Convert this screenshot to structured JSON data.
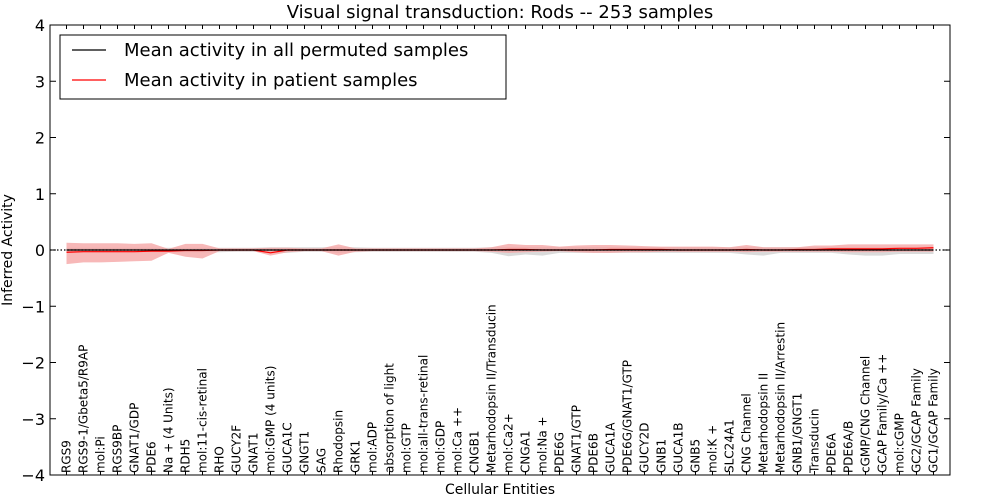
{
  "chart_data": {
    "type": "line",
    "title": "Visual signal transduction: Rods -- 253 samples",
    "xlabel": "Cellular Entities",
    "ylabel": "Inferred Activity",
    "ylim": [
      -4,
      4
    ],
    "yticks": [
      -4,
      -3,
      -2,
      -1,
      0,
      1,
      2,
      3,
      4
    ],
    "ytick_labels": [
      "−4",
      "−3",
      "−2",
      "−1",
      "0",
      "1",
      "2",
      "3",
      "4"
    ],
    "grid": false,
    "legend_position": "top-left",
    "categories": [
      "RGS9",
      "RGS9-1/Gbeta5/R9AP",
      "mol:Pi",
      "RGS9BP",
      "GNAT1/GDP",
      "PDE6",
      "Na + (4 Units)",
      "RDH5",
      "mol:11-cis-retinal",
      "RHO",
      "GUCY2F",
      "GNAT1",
      "mol:GMP (4 units)",
      "GUCA1C",
      "GNGT1",
      "SAG",
      "Rhodopsin",
      "GRK1",
      "mol:ADP",
      "absorption of light",
      "mol:GTP",
      "mol:all-trans-retinal",
      "mol:GDP",
      "mol:Ca ++",
      "CNGB1",
      "Metarhodopsin II/Transducin",
      "mol:Ca2+",
      "CNGA1",
      "mol:Na +",
      "PDE6G",
      "GNAT1/GTP",
      "PDE6B",
      "GUCA1A",
      "PDE6G/GNAT1/GTP",
      "GUCY2D",
      "GNB1",
      "GUCA1B",
      "GNB5",
      "mol:K +",
      "SLC24A1",
      "CNG Channel",
      "Metarhodopsin II",
      "Metarhodopsin II/Arrestin",
      "GNB1/GNGT1",
      "Transducin",
      "PDE6A",
      "PDE6A/B",
      "cGMP/CNG Channel",
      "GCAP Family/Ca ++",
      "mol:cGMP",
      "GC2/GCAP Family",
      "GC1/GCAP Family"
    ],
    "series": [
      {
        "name": "Mean activity in all permuted samples",
        "color": "#000000",
        "band_color": "#bbbbbb",
        "values": [
          0.0,
          0.0,
          0.0,
          0.0,
          0.0,
          0.0,
          0.0,
          0.0,
          0.0,
          0.0,
          0.0,
          0.0,
          0.0,
          0.0,
          0.0,
          0.0,
          0.0,
          0.0,
          0.0,
          0.0,
          0.0,
          0.0,
          0.0,
          0.0,
          0.0,
          0.0,
          0.0,
          0.0,
          0.0,
          0.0,
          0.0,
          0.0,
          0.0,
          0.0,
          0.0,
          0.0,
          0.0,
          0.0,
          0.0,
          0.0,
          0.0,
          0.0,
          0.0,
          0.0,
          0.0,
          0.0,
          0.0,
          0.0,
          0.0,
          0.0,
          0.0,
          0.0
        ],
        "lower": [
          -0.04,
          -0.04,
          -0.04,
          -0.04,
          -0.04,
          -0.04,
          -0.04,
          -0.04,
          -0.04,
          -0.04,
          -0.03,
          -0.03,
          -0.06,
          -0.05,
          -0.03,
          -0.03,
          -0.05,
          -0.04,
          -0.03,
          -0.03,
          -0.03,
          -0.03,
          -0.03,
          -0.03,
          -0.03,
          -0.05,
          -0.11,
          -0.08,
          -0.1,
          -0.05,
          -0.05,
          -0.05,
          -0.05,
          -0.05,
          -0.05,
          -0.05,
          -0.05,
          -0.05,
          -0.05,
          -0.05,
          -0.08,
          -0.1,
          -0.05,
          -0.05,
          -0.05,
          -0.05,
          -0.08,
          -0.1,
          -0.1,
          -0.07,
          -0.07,
          -0.07
        ],
        "upper": [
          0.04,
          0.04,
          0.04,
          0.04,
          0.04,
          0.04,
          0.04,
          0.04,
          0.04,
          0.04,
          0.04,
          0.04,
          0.05,
          0.05,
          0.05,
          0.05,
          0.05,
          0.05,
          0.04,
          0.04,
          0.04,
          0.04,
          0.04,
          0.04,
          0.04,
          0.05,
          0.05,
          0.05,
          0.05,
          0.05,
          0.05,
          0.05,
          0.05,
          0.05,
          0.05,
          0.05,
          0.05,
          0.05,
          0.05,
          0.05,
          0.05,
          0.05,
          0.05,
          0.05,
          0.05,
          0.05,
          0.05,
          0.05,
          0.05,
          0.05,
          0.05,
          0.05
        ]
      },
      {
        "name": "Mean activity in patient samples",
        "color": "#ff0000",
        "band_color": "#f4a0a0",
        "values": [
          -0.04,
          -0.03,
          -0.03,
          -0.03,
          -0.03,
          -0.02,
          -0.02,
          -0.01,
          -0.01,
          0.0,
          0.0,
          0.0,
          -0.05,
          0.0,
          0.0,
          0.0,
          0.0,
          0.0,
          0.0,
          0.0,
          0.0,
          0.0,
          0.0,
          0.0,
          0.0,
          0.0,
          0.01,
          0.01,
          0.0,
          0.0,
          0.0,
          0.0,
          0.01,
          0.01,
          0.01,
          0.01,
          0.0,
          0.0,
          0.0,
          0.0,
          0.01,
          0.0,
          0.0,
          0.01,
          0.01,
          0.02,
          0.02,
          0.02,
          0.02,
          0.03,
          0.03,
          0.04
        ],
        "lower": [
          -0.25,
          -0.22,
          -0.22,
          -0.21,
          -0.2,
          -0.19,
          -0.05,
          -0.12,
          -0.15,
          -0.02,
          -0.02,
          -0.02,
          -0.1,
          -0.04,
          -0.02,
          -0.02,
          -0.1,
          -0.03,
          -0.02,
          -0.02,
          -0.02,
          -0.02,
          -0.02,
          -0.02,
          -0.02,
          -0.03,
          -0.05,
          -0.04,
          -0.03,
          -0.02,
          -0.04,
          -0.05,
          -0.05,
          -0.04,
          -0.04,
          -0.03,
          -0.03,
          -0.03,
          -0.03,
          -0.03,
          -0.04,
          -0.03,
          -0.03,
          -0.03,
          -0.03,
          -0.03,
          -0.04,
          -0.04,
          -0.04,
          -0.03,
          -0.03,
          -0.03
        ],
        "upper": [
          0.13,
          0.12,
          0.12,
          0.12,
          0.11,
          0.12,
          0.02,
          0.11,
          0.11,
          0.03,
          0.03,
          0.03,
          0.04,
          0.04,
          0.03,
          0.03,
          0.1,
          0.03,
          0.03,
          0.03,
          0.03,
          0.03,
          0.03,
          0.03,
          0.03,
          0.05,
          0.11,
          0.09,
          0.09,
          0.06,
          0.08,
          0.09,
          0.09,
          0.08,
          0.07,
          0.06,
          0.06,
          0.06,
          0.06,
          0.05,
          0.09,
          0.05,
          0.05,
          0.05,
          0.08,
          0.08,
          0.1,
          0.1,
          0.1,
          0.1,
          0.1,
          0.1
        ]
      }
    ],
    "reference_line": {
      "y": 0,
      "style": "dotted",
      "color": "#000000"
    }
  }
}
